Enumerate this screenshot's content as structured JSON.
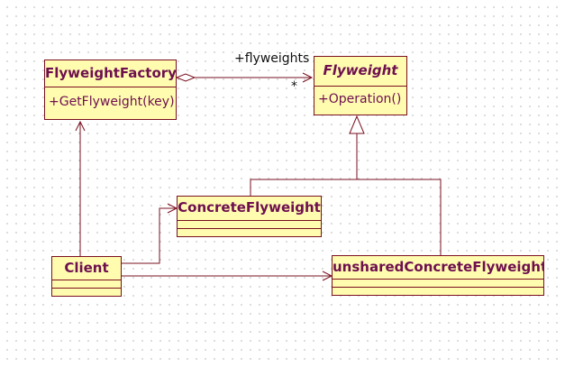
{
  "diagram": {
    "type": "uml-class-diagram",
    "colors": {
      "class_fill": "#fffcb0",
      "class_border": "#7a1020",
      "class_text": "#6e0f4f",
      "edge": "#7a1020",
      "label_text": "#111111",
      "grid_dot": "#c6c6c6"
    },
    "classes": {
      "flyweight_factory": {
        "name": "FlyweightFactory",
        "operations": [
          "+GetFlyweight(key)"
        ]
      },
      "flyweight": {
        "name": "Flyweight",
        "abstract": true,
        "operations": [
          "+Operation()"
        ]
      },
      "concrete_flyweight": {
        "name": "ConcreteFlyweight",
        "operations": []
      },
      "client": {
        "name": "Client",
        "operations": []
      },
      "unshared_concrete_flyweight": {
        "name": "unsharedConcreteFlyweight",
        "operations": []
      }
    },
    "relationships": [
      {
        "kind": "aggregation",
        "from": "FlyweightFactory",
        "to": "Flyweight",
        "role": "+flyweights",
        "multiplicity": "*"
      },
      {
        "kind": "generalization",
        "from": "ConcreteFlyweight",
        "to": "Flyweight"
      },
      {
        "kind": "generalization",
        "from": "unsharedConcreteFlyweight",
        "to": "Flyweight"
      },
      {
        "kind": "association",
        "from": "Client",
        "to": "FlyweightFactory"
      },
      {
        "kind": "association",
        "from": "Client",
        "to": "ConcreteFlyweight"
      },
      {
        "kind": "association",
        "from": "Client",
        "to": "unsharedConcreteFlyweight"
      }
    ],
    "labels": {
      "role": "+flyweights",
      "multiplicity": "*"
    }
  }
}
